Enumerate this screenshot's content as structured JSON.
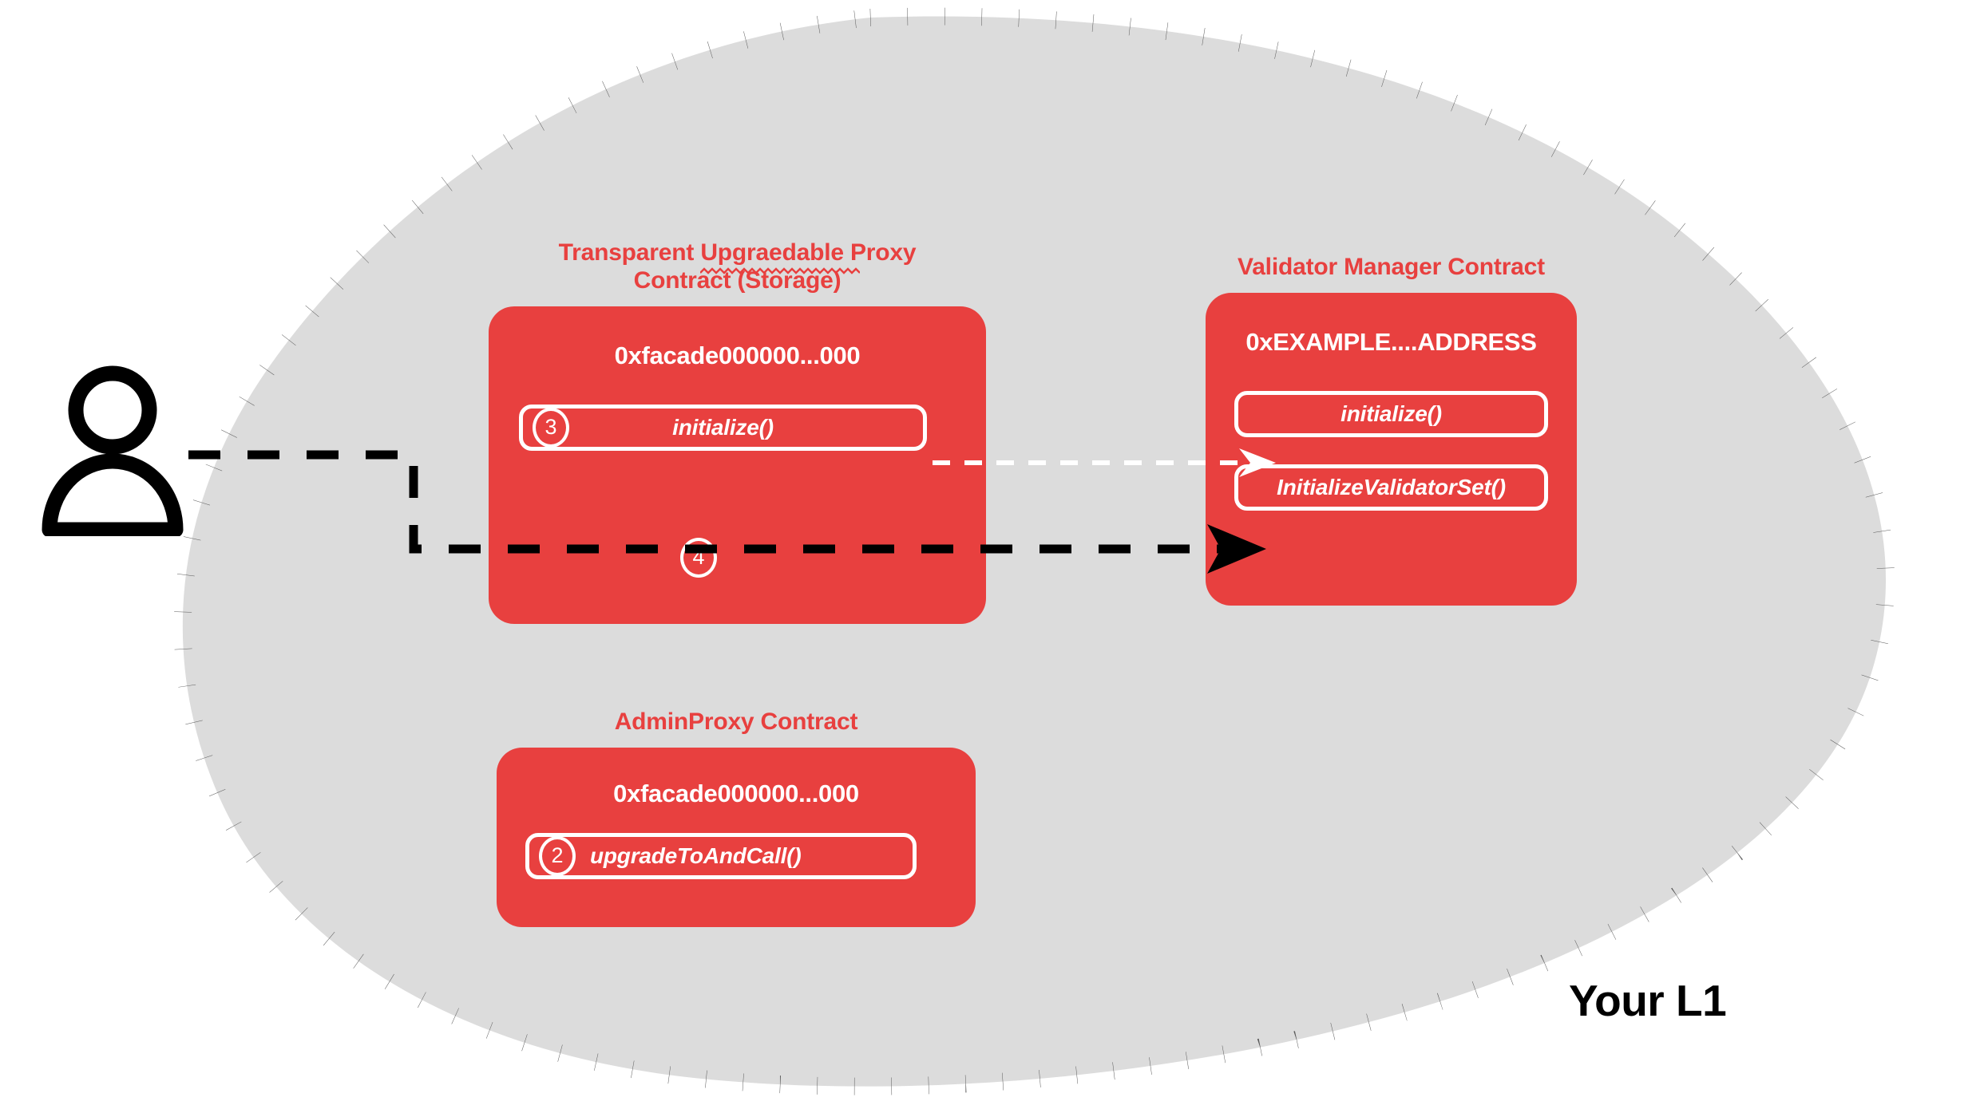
{
  "region": {
    "label": "Your L1",
    "fill_color": "#DCDCDC",
    "border_color": "#595959",
    "border_style": "square-dotted"
  },
  "actor": {
    "icon": "user-person-icon",
    "color": "#000000"
  },
  "accent_color": "#E8403F",
  "contracts": [
    {
      "id": "transparent-upgradeable-proxy",
      "title_line1": "Transparent ",
      "title_misspelled_word": "Upgraedable",
      "title_line1_tail": " Proxy",
      "title_line2": "Contract (Storage)",
      "address": "0xfacade000000...000",
      "functions": [
        {
          "name": "initialize()",
          "step": "3"
        }
      ],
      "floating_steps": [
        "4"
      ]
    },
    {
      "id": "validator-manager",
      "title": "Validator Manager Contract",
      "address": "0xEXAMPLE....ADDRESS",
      "functions": [
        {
          "name": "initialize()",
          "step": ""
        },
        {
          "name": "InitializeValidatorSet()",
          "step": ""
        }
      ]
    },
    {
      "id": "admin-proxy",
      "title": "AdminProxy  Contract",
      "address": "0xfacade000000...000",
      "functions": [
        {
          "name": "upgradeToAndCall()",
          "step": "2"
        }
      ]
    }
  ],
  "connections": [
    {
      "id": "user-to-initialize-validator-set",
      "style": "dashed",
      "color": "#000000",
      "arrowhead": "solid"
    },
    {
      "id": "proxy-initialize-to-manager-initialize",
      "style": "dashed",
      "color": "#FFFFFF",
      "arrowhead": "open"
    }
  ]
}
